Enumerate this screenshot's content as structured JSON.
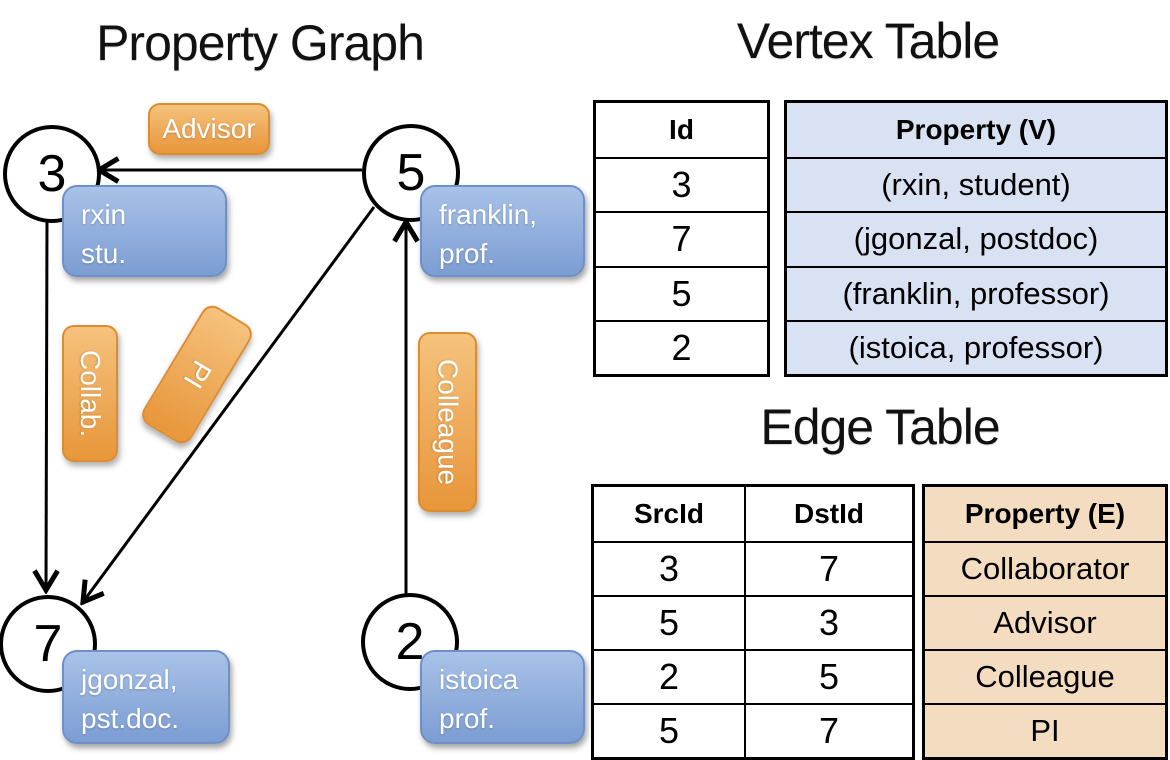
{
  "graph": {
    "title": "Property Graph",
    "vertices": [
      {
        "id": "3",
        "label_lines": [
          "rxin",
          "stu."
        ]
      },
      {
        "id": "5",
        "label_lines": [
          "franklin,",
          "prof."
        ]
      },
      {
        "id": "7",
        "label_lines": [
          "jgonzal,",
          "pst.doc."
        ]
      },
      {
        "id": "2",
        "label_lines": [
          "istoica",
          "prof."
        ]
      }
    ],
    "edges": [
      {
        "label": "Advisor",
        "src": "5",
        "dst": "3"
      },
      {
        "label": "Collab.",
        "src": "3",
        "dst": "7"
      },
      {
        "label": "PI",
        "src": "5",
        "dst": "7"
      },
      {
        "label": "Colleague",
        "src": "2",
        "dst": "5"
      }
    ]
  },
  "vertex_table": {
    "title": "Vertex Table",
    "columns": [
      "Id",
      "Property (V)"
    ],
    "rows": [
      [
        "3",
        "(rxin, student)"
      ],
      [
        "7",
        "(jgonzal, postdoc)"
      ],
      [
        "5",
        "(franklin, professor)"
      ],
      [
        "2",
        "(istoica, professor)"
      ]
    ]
  },
  "edge_table": {
    "title": "Edge Table",
    "columns": [
      "SrcId",
      "DstId",
      "Property (E)"
    ],
    "rows": [
      [
        "3",
        "7",
        "Collaborator"
      ],
      [
        "5",
        "3",
        "Advisor"
      ],
      [
        "2",
        "5",
        "Colleague"
      ],
      [
        "5",
        "7",
        "PI"
      ]
    ]
  },
  "colors": {
    "edge_label_top": "#f5c27d",
    "edge_label_bottom": "#e8963a",
    "vertex_label_top": "#a8c2e8",
    "vertex_label_bottom": "#7c9dd3",
    "vertex_table_fill": "#d9e2f3",
    "edge_table_fill": "#f4dcc0",
    "line": "#000000"
  }
}
